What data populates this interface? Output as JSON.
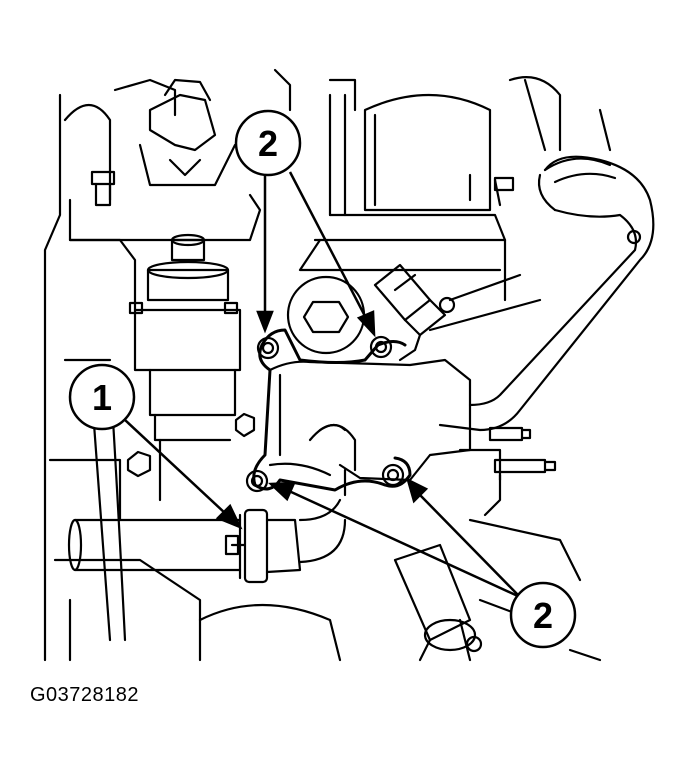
{
  "callouts": {
    "one": "1",
    "two_top": "2",
    "two_bottom": "2"
  },
  "figure_code": "G03728182",
  "colors": {
    "ink": "#000000",
    "paper": "#ffffff"
  }
}
